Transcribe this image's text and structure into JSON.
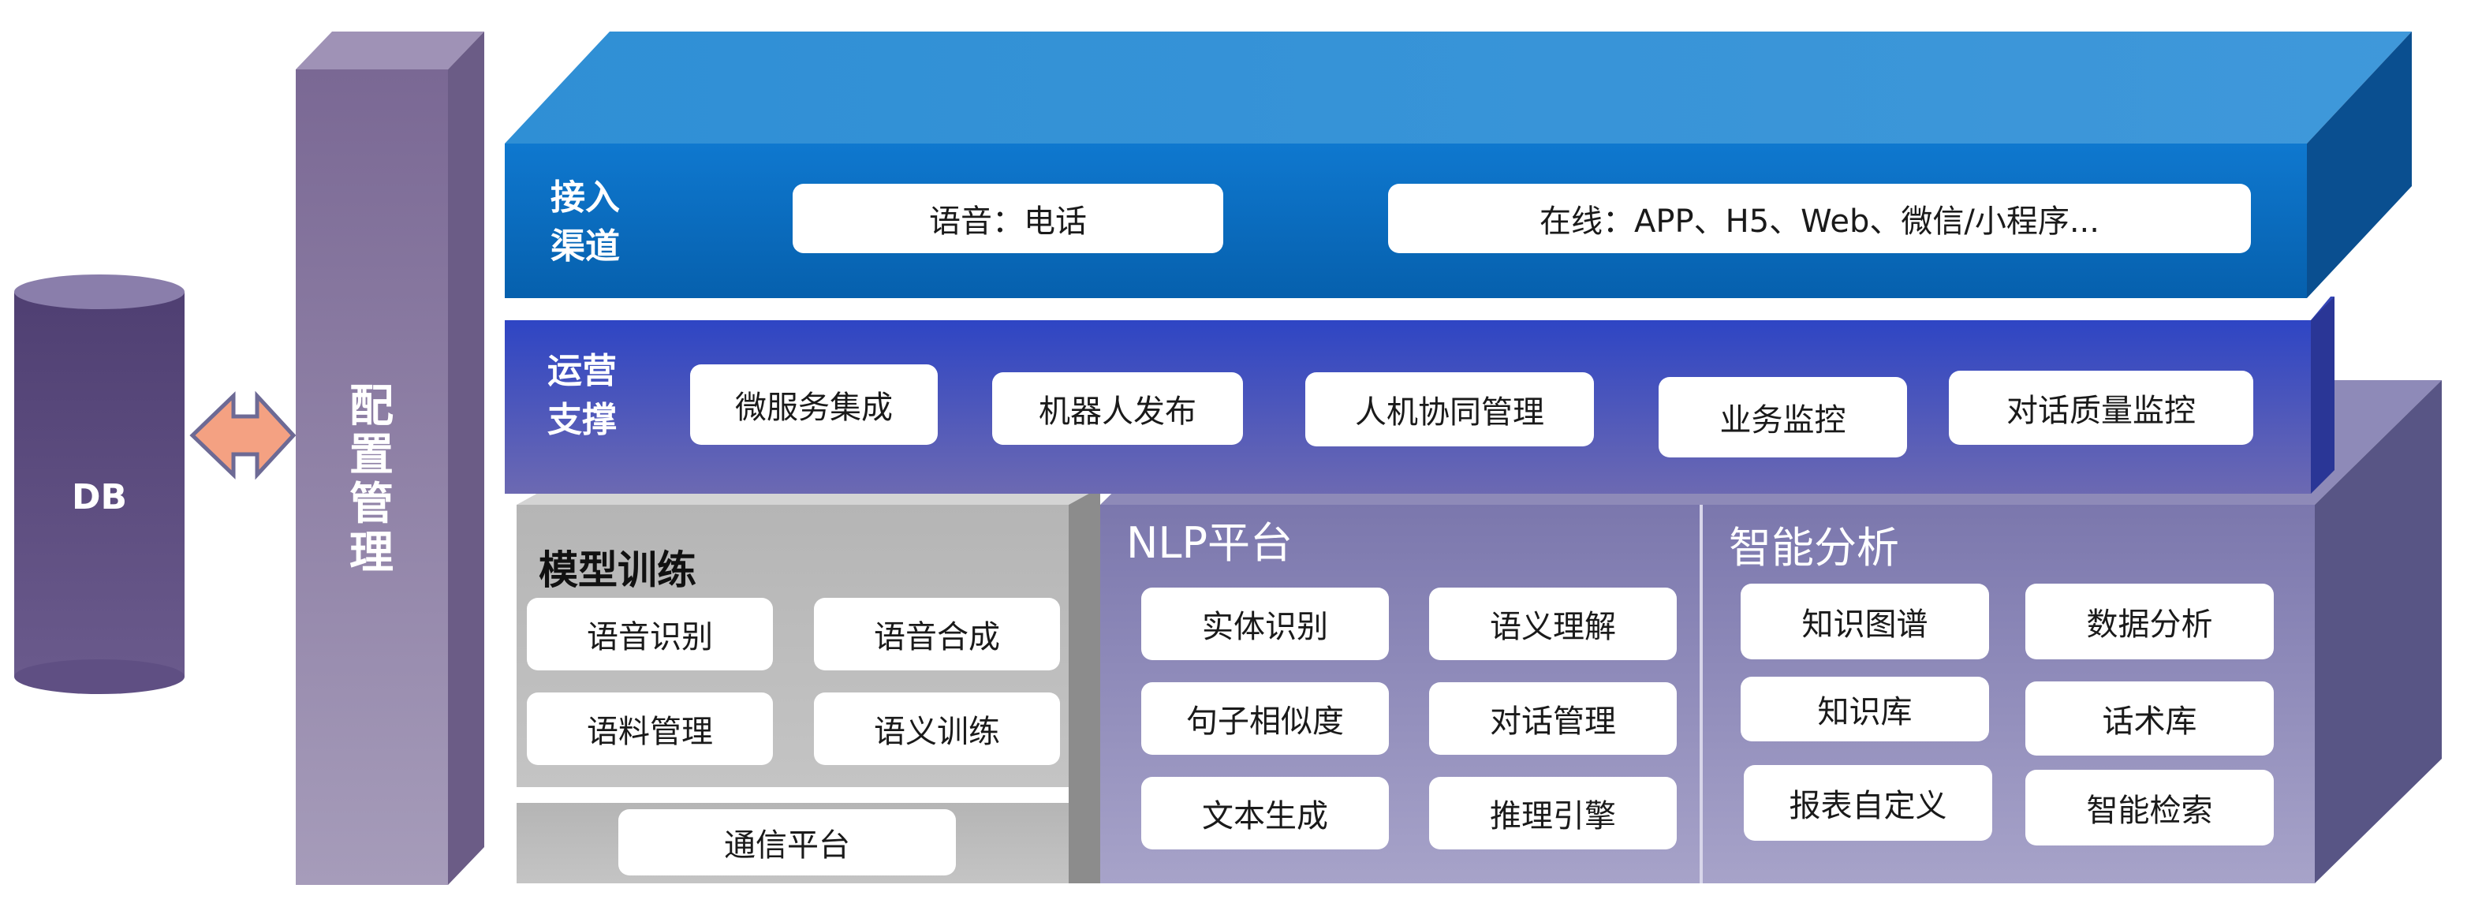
{
  "db": {
    "label": "DB"
  },
  "config": {
    "label": "配置管理"
  },
  "access": {
    "label_lines": [
      "接入",
      "渠道"
    ],
    "items": [
      "语音：电话",
      "在线：APP、H5、Web、微信/小程序..."
    ]
  },
  "ops": {
    "label_lines": [
      "运营",
      "支撑"
    ],
    "items": [
      "微服务集成",
      "机器人发布",
      "人机协同管理",
      "业务监控",
      "对话质量监控"
    ]
  },
  "model_training": {
    "title": "模型训练",
    "items": [
      "语音识别",
      "语音合成",
      "语料管理",
      "语义训练"
    ]
  },
  "comm": {
    "label": "通信平台"
  },
  "nlp": {
    "title": "NLP平台",
    "items": [
      "实体识别",
      "语义理解",
      "句子相似度",
      "对话管理",
      "文本生成",
      "推理引擎"
    ]
  },
  "analysis": {
    "title": "智能分析",
    "items": [
      "知识图谱",
      "数据分析",
      "知识库",
      "话术库",
      "报表自定义",
      "智能检索"
    ]
  },
  "colors": {
    "access_blue": "#0a6fc2",
    "ops_blue": "#3548c2",
    "purple_panel": "#8c86b4",
    "gray_panel": "#b9b9b9",
    "config_purple": "#7e6c98",
    "db_purple": "#5a4878",
    "arrow_orange": "#f4a182"
  }
}
